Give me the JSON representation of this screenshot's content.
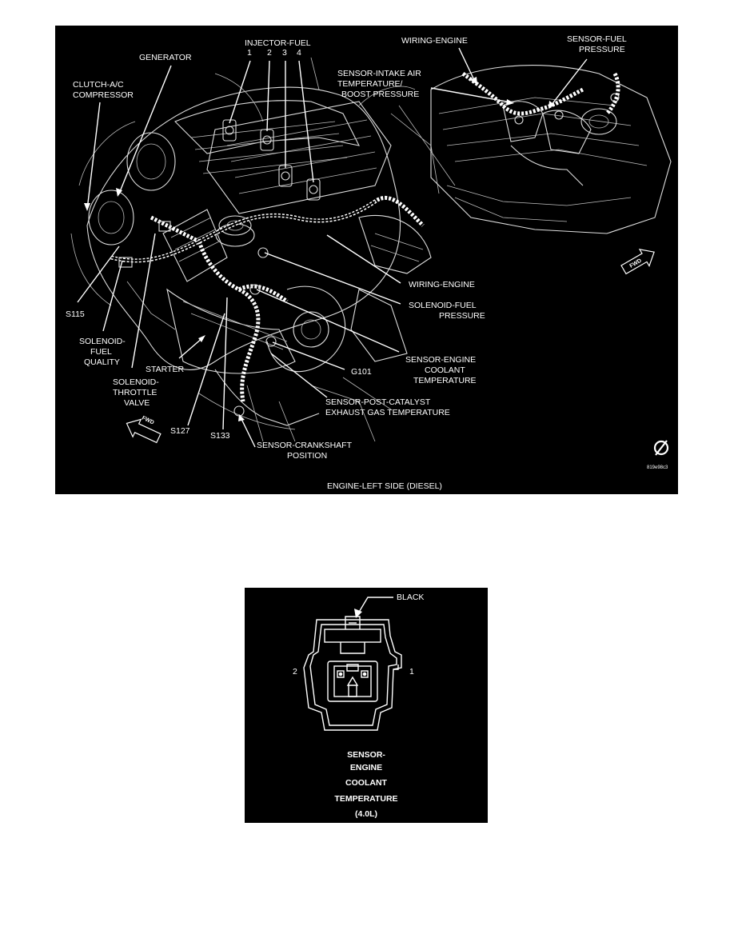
{
  "main_figure": {
    "caption": "ENGINE-LEFT SIDE (DIESEL)",
    "figure_code": "819e98c3",
    "labels": {
      "clutch_ac_line1": "CLUTCH-A/C",
      "clutch_ac_line2": "COMPRESSOR",
      "generator": "GENERATOR",
      "injector_fuel": "INJECTOR-FUEL",
      "inj_1": "1",
      "inj_2": "2",
      "inj_3": "3",
      "inj_4": "4",
      "wiring_engine_top": "WIRING-ENGINE",
      "sensor_fuel_pressure_line1": "SENSOR-FUEL",
      "sensor_fuel_pressure_line2": "PRESSURE",
      "intake_air_line1": "SENSOR-INTAKE AIR",
      "intake_air_line2": "TEMPERATURE/",
      "intake_air_line3": "BOOST PRESSURE",
      "wiring_engine": "WIRING-ENGINE",
      "solenoid_fuel_pressure_line1": "SOLENOID-FUEL",
      "solenoid_fuel_pressure_line2": "PRESSURE",
      "s115": "S115",
      "solenoid_fuel_quality_line1": "SOLENOID-",
      "solenoid_fuel_quality_line2": "FUEL",
      "solenoid_fuel_quality_line3": "QUALITY",
      "starter": "STARTER",
      "sensor_ect_line1": "SENSOR-ENGINE",
      "sensor_ect_line2": "COOLANT",
      "sensor_ect_line3": "TEMPERATURE",
      "g101": "G101",
      "solenoid_throttle_line1": "SOLENOID-",
      "solenoid_throttle_line2": "THROTTLE",
      "solenoid_throttle_line3": "VALVE",
      "post_cat_line1": "SENSOR-POST-CATALYST",
      "post_cat_line2": "EXHAUST GAS TEMPERATURE",
      "s127": "S127",
      "s133": "S133",
      "crank_line1": "SENSOR-CRANKSHAFT",
      "crank_line2": "POSITION",
      "fwd_arrow": "FWD"
    }
  },
  "connector_figure": {
    "color_label": "BLACK",
    "pin_2": "2",
    "pin_1": "1",
    "title_line1": "SENSOR-",
    "title_line2": "ENGINE",
    "title_line3": "COOLANT",
    "title_line4": "TEMPERATURE",
    "title_line5": "(4.0L)"
  }
}
